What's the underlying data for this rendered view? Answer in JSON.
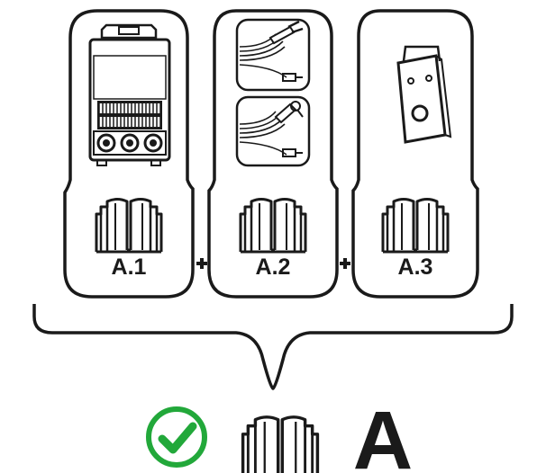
{
  "header": {
    "partial_text": ""
  },
  "panels": [
    {
      "id": "welder-unit",
      "label": "A.1"
    },
    {
      "id": "cables",
      "label": "A.2"
    },
    {
      "id": "remote",
      "label": "A.3"
    }
  ],
  "operators": [
    "+",
    "+"
  ],
  "result": {
    "label": "A",
    "check_color": "#22a83a"
  },
  "colors": {
    "ink": "#1a1a1a",
    "accent_green": "#22a83a",
    "background": "#ffffff"
  },
  "icons": [
    "welding-machine-icon",
    "electrode-holder-cable-icon",
    "tig-torch-cable-icon",
    "remote-control-icon",
    "manual-book-icon",
    "check-circle-icon"
  ]
}
